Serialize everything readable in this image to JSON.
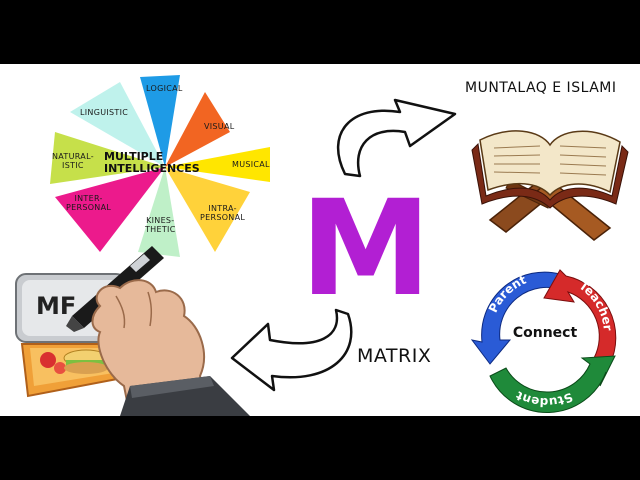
{
  "scene": {
    "accent_color": "#b21fd3",
    "big_letter": "M",
    "matrix_label": "MATRIX",
    "muntalaq_label": "MUNTALAQ E ISLAMI",
    "lunchbox_label": "MF"
  },
  "intelligences": {
    "title_line1": "MULTIPLE",
    "title_line2": "INTELLIGENCES",
    "petals": [
      {
        "label": "LOGICAL",
        "color": "#1e9be6"
      },
      {
        "label": "VISUAL",
        "color": "#f26522"
      },
      {
        "label": "MUSICAL",
        "color": "#ffe600"
      },
      {
        "label": "INTRA-",
        "label2": "PERSONAL",
        "color": "#ffd23a"
      },
      {
        "label": "KINES-",
        "label2": "THETIC",
        "color": "#bff0c8"
      },
      {
        "label": "INTER-",
        "label2": "PERSONAL",
        "color": "#ec1a8c"
      },
      {
        "label": "NATURAL-",
        "label2": "ISTIC",
        "color": "#c6e04a"
      },
      {
        "label": "LINGUISTIC",
        "color": "#bff2ec"
      }
    ]
  },
  "cycle": {
    "center": "Connect",
    "items": [
      {
        "label": "Parent",
        "color": "#2a5bd6"
      },
      {
        "label": "Teacher",
        "color": "#d52a2a"
      },
      {
        "label": "Student",
        "color": "#1f8a3a"
      }
    ]
  },
  "icons": {
    "book": "quran-on-stand-icon",
    "pen": "marker-pen-icon",
    "hand": "drawing-hand-icon",
    "lunchbox": "lunchbox-icon"
  }
}
